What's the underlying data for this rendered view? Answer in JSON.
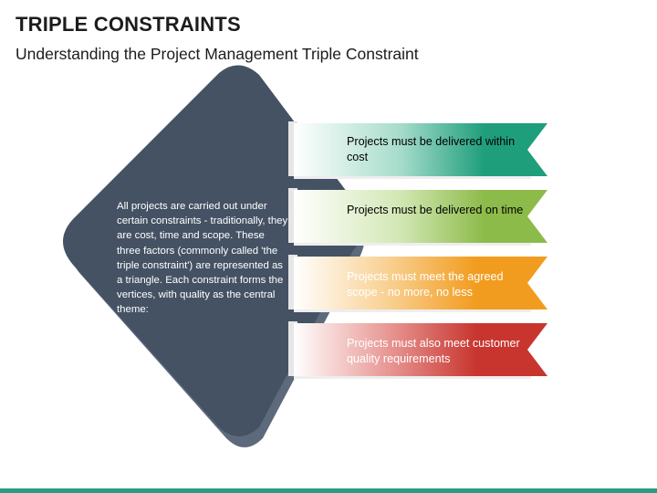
{
  "header": {
    "title": "TRIPLE CONSTRAINTS",
    "subtitle": "Understanding the Project Management Triple Constraint"
  },
  "intro_text": "All projects are carried out under certain constraints - traditionally, they are cost, time and scope. These three factors (commonly called 'the triple constraint') are represented as a triangle. Each constraint forms the vertices, with quality as the central theme:",
  "colors": {
    "diamond": "#445264",
    "diamond_shadow": "#5d6a7b",
    "accent_bar": "#2a9d80"
  },
  "banners": [
    {
      "text": "Projects must be delivered within cost",
      "color": "#1f9e7c",
      "text_color": "dark"
    },
    {
      "text": "Projects must be delivered on time",
      "color": "#8dbb4a",
      "text_color": "dark"
    },
    {
      "text": "Projects must meet the agreed scope - no more, no less",
      "color": "#f29c1f",
      "text_color": "light"
    },
    {
      "text": "Projects must also meet customer quality requirements",
      "color": "#c8352f",
      "text_color": "light"
    }
  ]
}
